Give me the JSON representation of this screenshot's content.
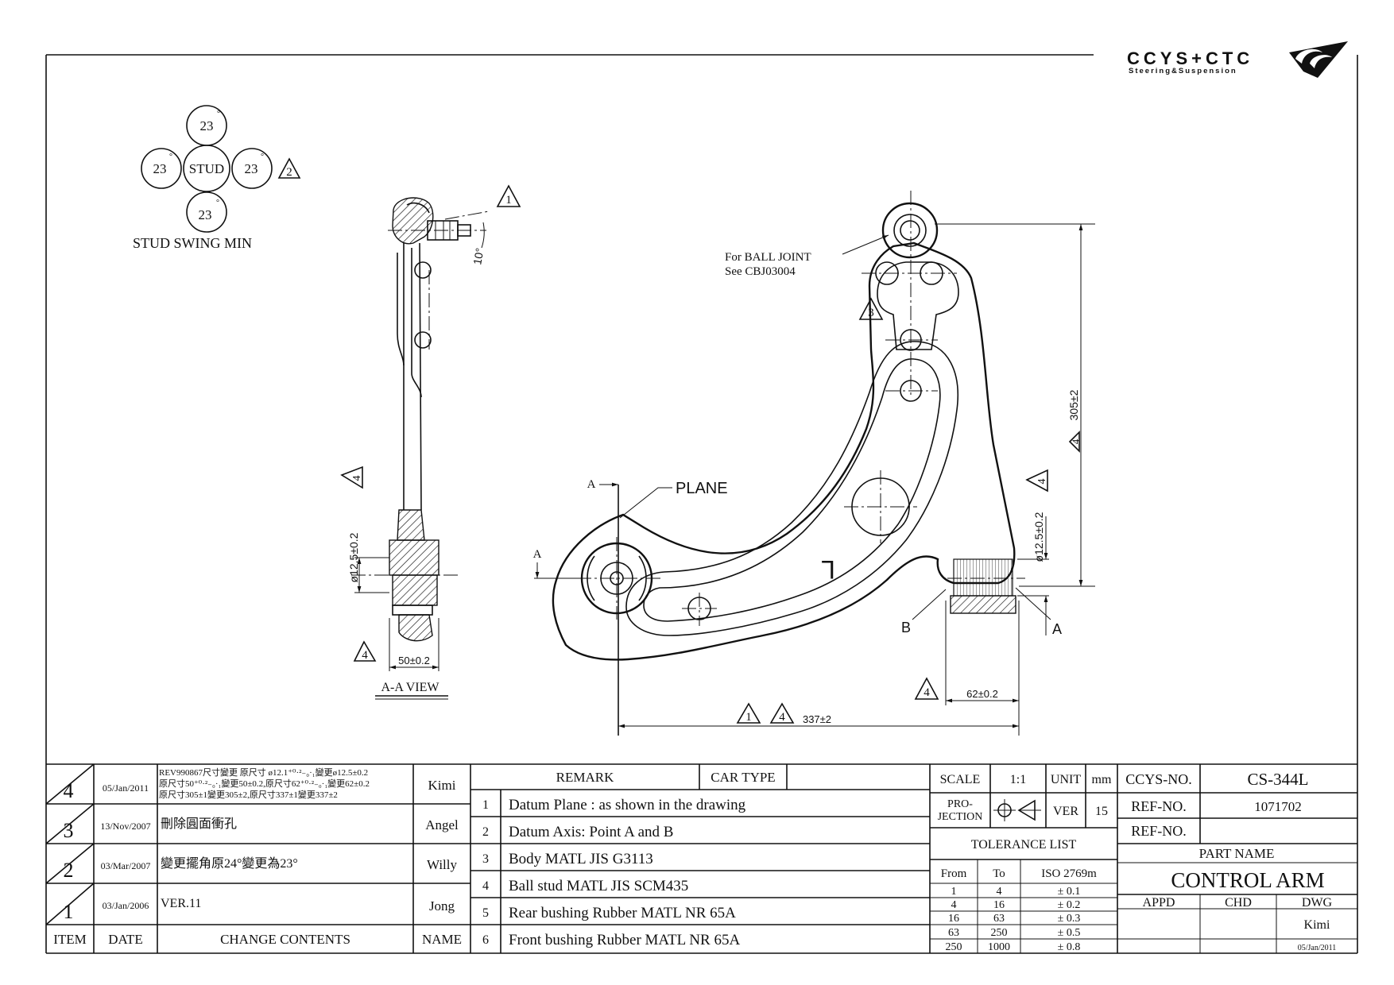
{
  "logo": {
    "brand": "CCYS+CTC",
    "tagline": "Steering&Suspension"
  },
  "drawing": {
    "stud_swing": {
      "top": "23",
      "left": "23",
      "right": "23",
      "bottom": "23",
      "center": "STUD",
      "degree_mark": "°",
      "rev_mark": "2",
      "caption": "STUD SWING MIN"
    },
    "side_view": {
      "angle_label": "10°",
      "rev_angle": "1",
      "rev_left": "4",
      "diameter_label": "ø12.5±0.2",
      "rev_bottom": "4",
      "width_label": "50±0.2",
      "caption": "A-A VIEW"
    },
    "plan_view": {
      "ball_joint_line1": "For BALL JOINT",
      "ball_joint_line2": "See CBJ03004",
      "rev_top": "3",
      "section_a_top": "A",
      "plane_label": "PLANE",
      "section_a_left": "A",
      "part_mark": "L",
      "label_b": "B",
      "label_a": "A",
      "diameter_label": "ø12.5±0.2",
      "rev_right": "4",
      "height_label": "305±2",
      "rev_height": "4",
      "bush_width": "62±0.2",
      "rev_bush": "4",
      "length_label": "337±2",
      "rev_len_1": "1",
      "rev_len_2": "4"
    }
  },
  "revisions": {
    "rows": [
      {
        "item": "4",
        "date": "05/Jan/2011",
        "lines": [
          "REV990867尺寸變更 原尺寸 ø12.1⁺⁰·²₋₀·₁變更ø12.5±0.2",
          "原尺寸50⁺⁰·²₋₀·₁變更50±0.2,原尺寸62⁺⁰·²₋₀·₁變更62±0.2",
          "原尺寸305±1變更305±2,原尺寸337±1變更337±2"
        ],
        "name": "Kimi"
      },
      {
        "item": "3",
        "date": "13/Nov/2007",
        "lines": [
          "刪除圓面衝孔"
        ],
        "name": "Angel"
      },
      {
        "item": "2",
        "date": "03/Mar/2007",
        "lines": [
          "變更擺角原24°變更為23°"
        ],
        "name": "Willy"
      },
      {
        "item": "1",
        "date": "03/Jan/2006",
        "lines": [
          "VER.11"
        ],
        "name": "Jong"
      }
    ],
    "headers": {
      "item": "ITEM",
      "date": "DATE",
      "contents": "CHANGE CONTENTS",
      "name": "NAME"
    }
  },
  "remarks": {
    "header_remark": "REMARK",
    "header_car_type": "CAR TYPE",
    "items": [
      {
        "no": "1",
        "text": "Datum Plane : as shown in the drawing"
      },
      {
        "no": "2",
        "text": "Datum Axis: Point A and B"
      },
      {
        "no": "3",
        "text": "Body MATL JIS G3113"
      },
      {
        "no": "4",
        "text": "Ball stud MATL JIS SCM435"
      },
      {
        "no": "5",
        "text": "Rear bushing Rubber MATL NR 65A"
      },
      {
        "no": "6",
        "text": "Front bushing Rubber MATL NR 65A"
      }
    ]
  },
  "specs": {
    "scale_label": "SCALE",
    "scale_value": "1:1",
    "unit_label": "UNIT",
    "unit_value": "mm",
    "projection_label_1": "PRO-",
    "projection_label_2": "JECTION",
    "ver_label": "VER",
    "ver_value": "15",
    "tolerance_title": "TOLERANCE LIST",
    "tol_headers": [
      "From",
      "To",
      "ISO 2769m"
    ],
    "tol_rows": [
      [
        "1",
        "4",
        "± 0.1"
      ],
      [
        "4",
        "16",
        "± 0.2"
      ],
      [
        "16",
        "63",
        "± 0.3"
      ],
      [
        "63",
        "250",
        "± 0.5"
      ],
      [
        "250",
        "1000",
        "± 0.8"
      ]
    ]
  },
  "title_block": {
    "ccys_label": "CCYS-NO.",
    "ccys_value": "CS-344L",
    "ref1_label": "REF-NO.",
    "ref1_value": "1071702",
    "ref2_label": "REF-NO.",
    "ref2_value": "",
    "part_name_label": "PART NAME",
    "part_name": "CONTROL ARM",
    "appd": "APPD",
    "chd": "CHD",
    "dwg": "DWG",
    "dwg_name": "Kimi",
    "dwg_date": "05/Jan/2011"
  }
}
